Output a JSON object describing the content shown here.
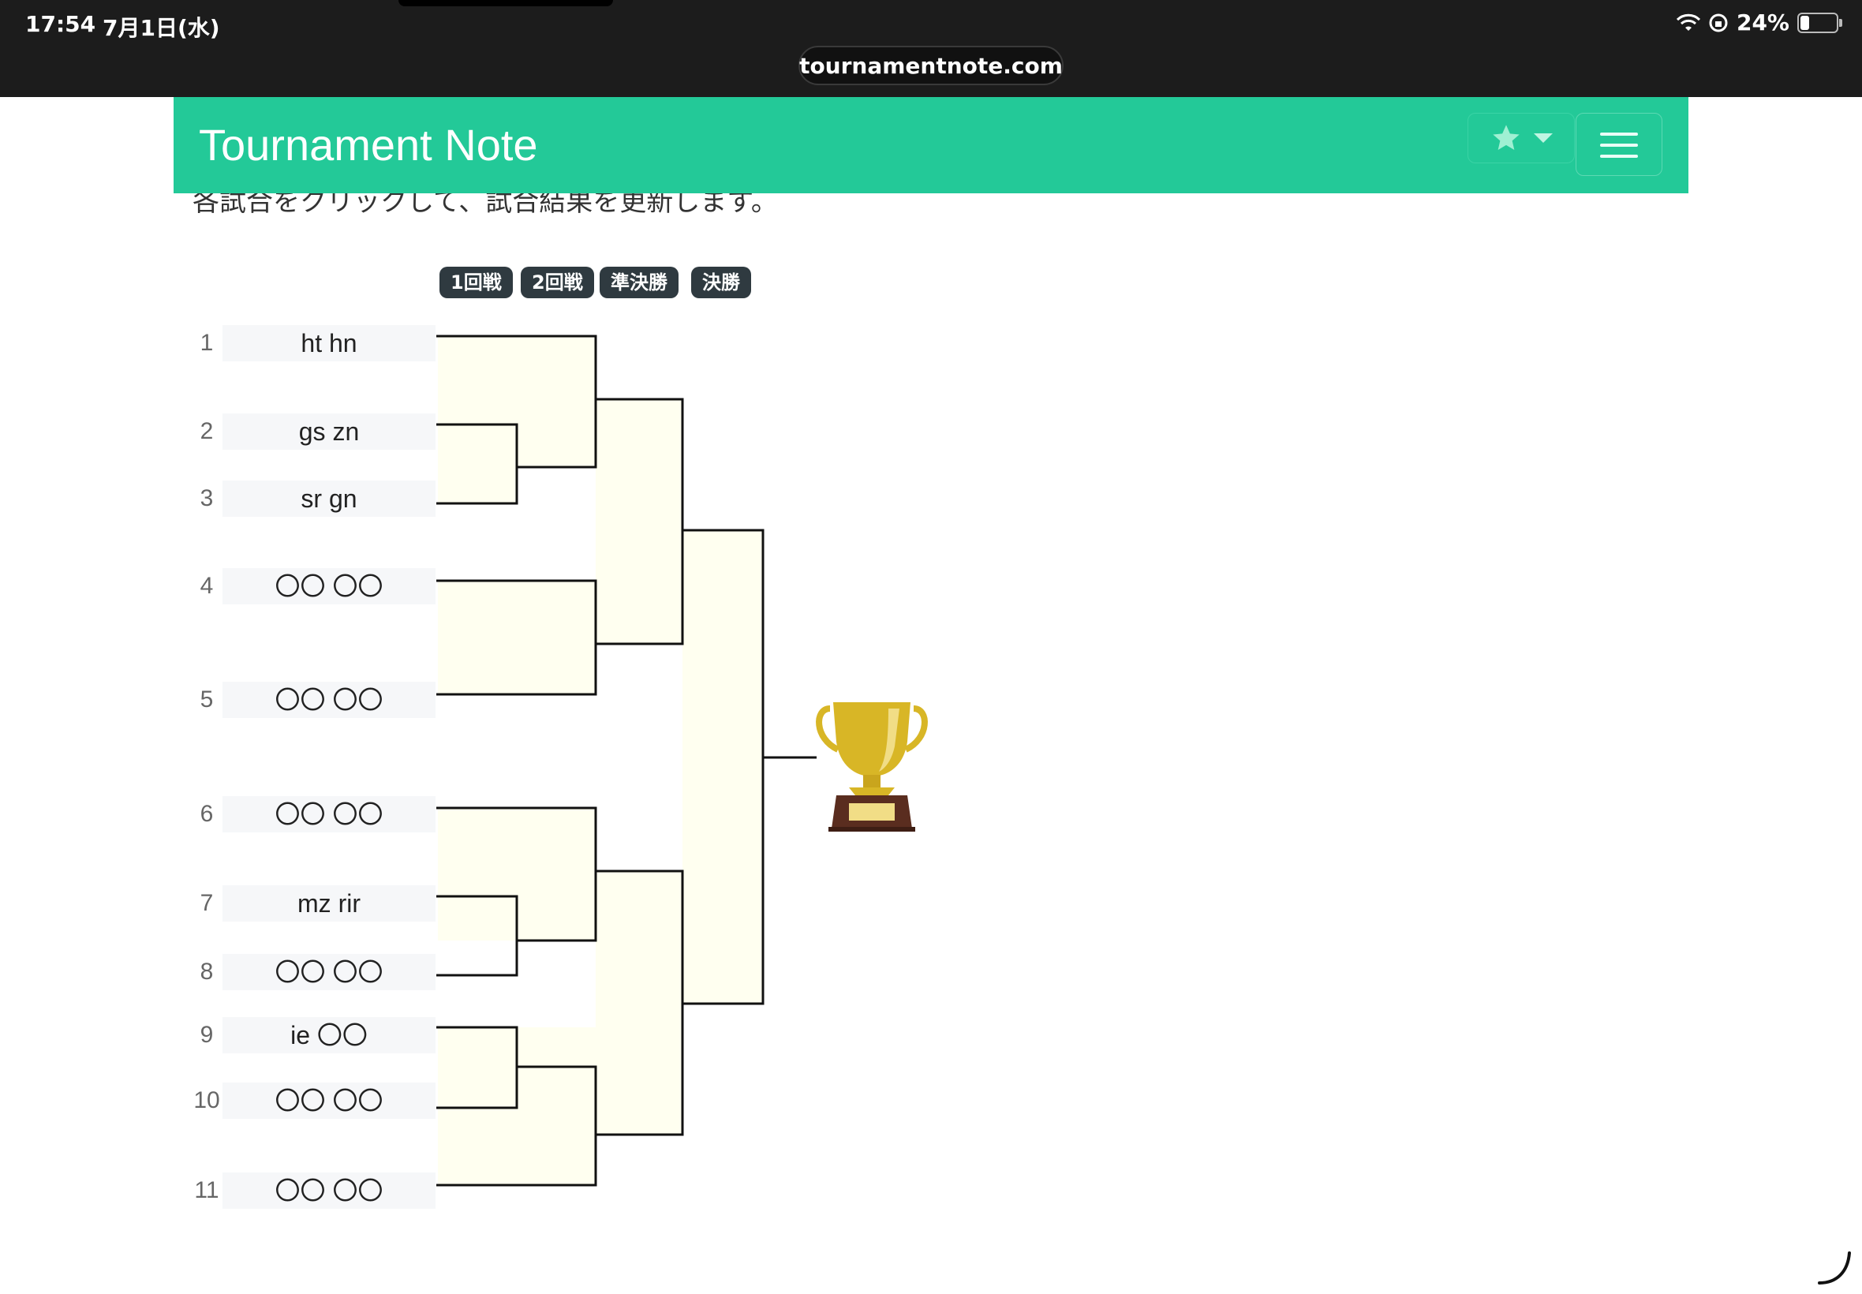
{
  "status_bar": {
    "time": "17:54",
    "date": "7月1日(水)",
    "battery": "24%",
    "battery_level": 0.24
  },
  "browser": {
    "url": "tournamentnote.com"
  },
  "app": {
    "title": "Tournament Note",
    "instruction_partial": "各試合をクリックして、試合結果を更新します。"
  },
  "rounds": [
    "1回戦",
    "2回戦",
    "準決勝",
    "決勝"
  ],
  "entries": [
    {
      "seed": "1",
      "name": "ht hn"
    },
    {
      "seed": "2",
      "name": "gs zn"
    },
    {
      "seed": "3",
      "name": "sr gn"
    },
    {
      "seed": "4",
      "name": "〇〇 〇〇"
    },
    {
      "seed": "5",
      "name": "〇〇 〇〇"
    },
    {
      "seed": "6",
      "name": "〇〇 〇〇"
    },
    {
      "seed": "7",
      "name": "mz rir"
    },
    {
      "seed": "8",
      "name": "〇〇 〇〇"
    },
    {
      "seed": "9",
      "name": "ie 〇〇"
    },
    {
      "seed": "10",
      "name": "〇〇 〇〇"
    },
    {
      "seed": "11",
      "name": "〇〇 〇〇"
    }
  ],
  "colors": {
    "header": "#23c998",
    "match_fill": "#fffff0",
    "badge": "#2f3a40",
    "trophy_gold": "#d8b626",
    "trophy_base": "#5a2d1f"
  }
}
